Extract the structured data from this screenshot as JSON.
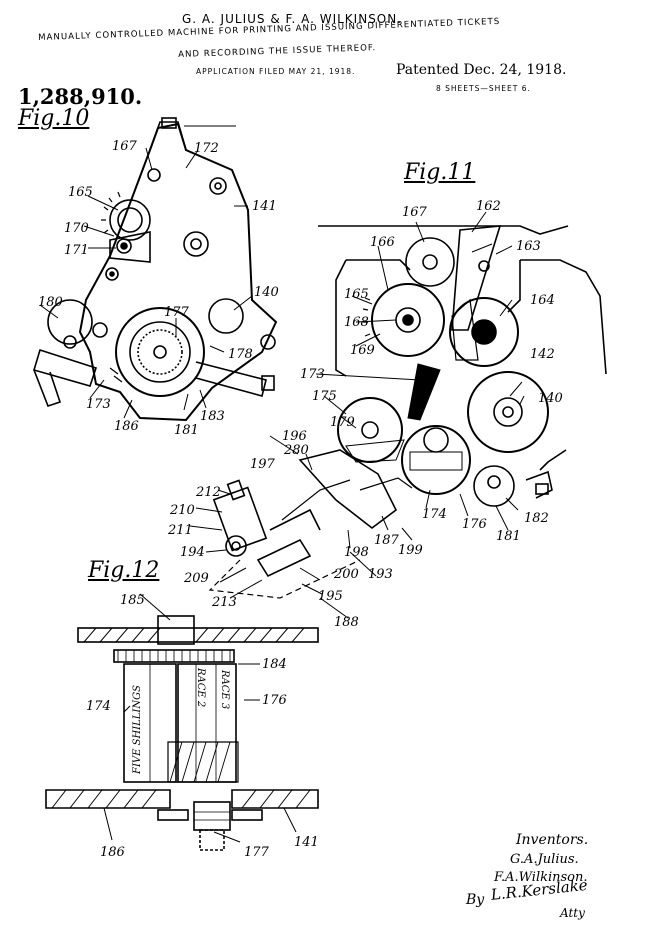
{
  "header": {
    "inventors_line": "G. A. JULIUS & F. A. WILKINSON.",
    "title_line1": "MANUALLY CONTROLLED MACHINE FOR PRINTING AND ISSUING DIFFERENTIATED TICKETS",
    "title_line2": "AND RECORDING THE ISSUE THEREOF.",
    "application": "APPLICATION FILED MAY 21, 1918.",
    "patented": "Patented Dec. 24, 1918.",
    "sheets": "8 SHEETS—SHEET 6."
  },
  "patent_number": "1,288,910.",
  "figures": {
    "fig10": {
      "label": "Fig.10",
      "callouts": [
        "167",
        "172",
        "165",
        "170",
        "171",
        "141",
        "180",
        "177",
        "140",
        "178",
        "173",
        "186",
        "181",
        "183"
      ]
    },
    "fig11": {
      "label": "Fig.11",
      "callouts": [
        "167",
        "162",
        "163",
        "166",
        "165",
        "164",
        "168",
        "169",
        "142",
        "173",
        "175",
        "140",
        "179",
        "196",
        "280",
        "197",
        "174",
        "176",
        "181",
        "182",
        "212",
        "210",
        "211",
        "194",
        "198",
        "187",
        "199",
        "193",
        "200",
        "209",
        "195",
        "213",
        "188"
      ]
    },
    "fig12": {
      "label": "Fig.12",
      "callouts": [
        "185",
        "184",
        "174",
        "176",
        "186",
        "177",
        "141"
      ],
      "drum_text": [
        "FIVE SHILLINGS",
        "RACE 2",
        "RACE 3"
      ]
    }
  },
  "signature_block": {
    "title": "Inventors.",
    "names": [
      "G.A.Julius.",
      "F.A.Wilkinson."
    ],
    "by": "By",
    "attorney": "L.R.Kerslake",
    "attorney_title": "Atty"
  }
}
